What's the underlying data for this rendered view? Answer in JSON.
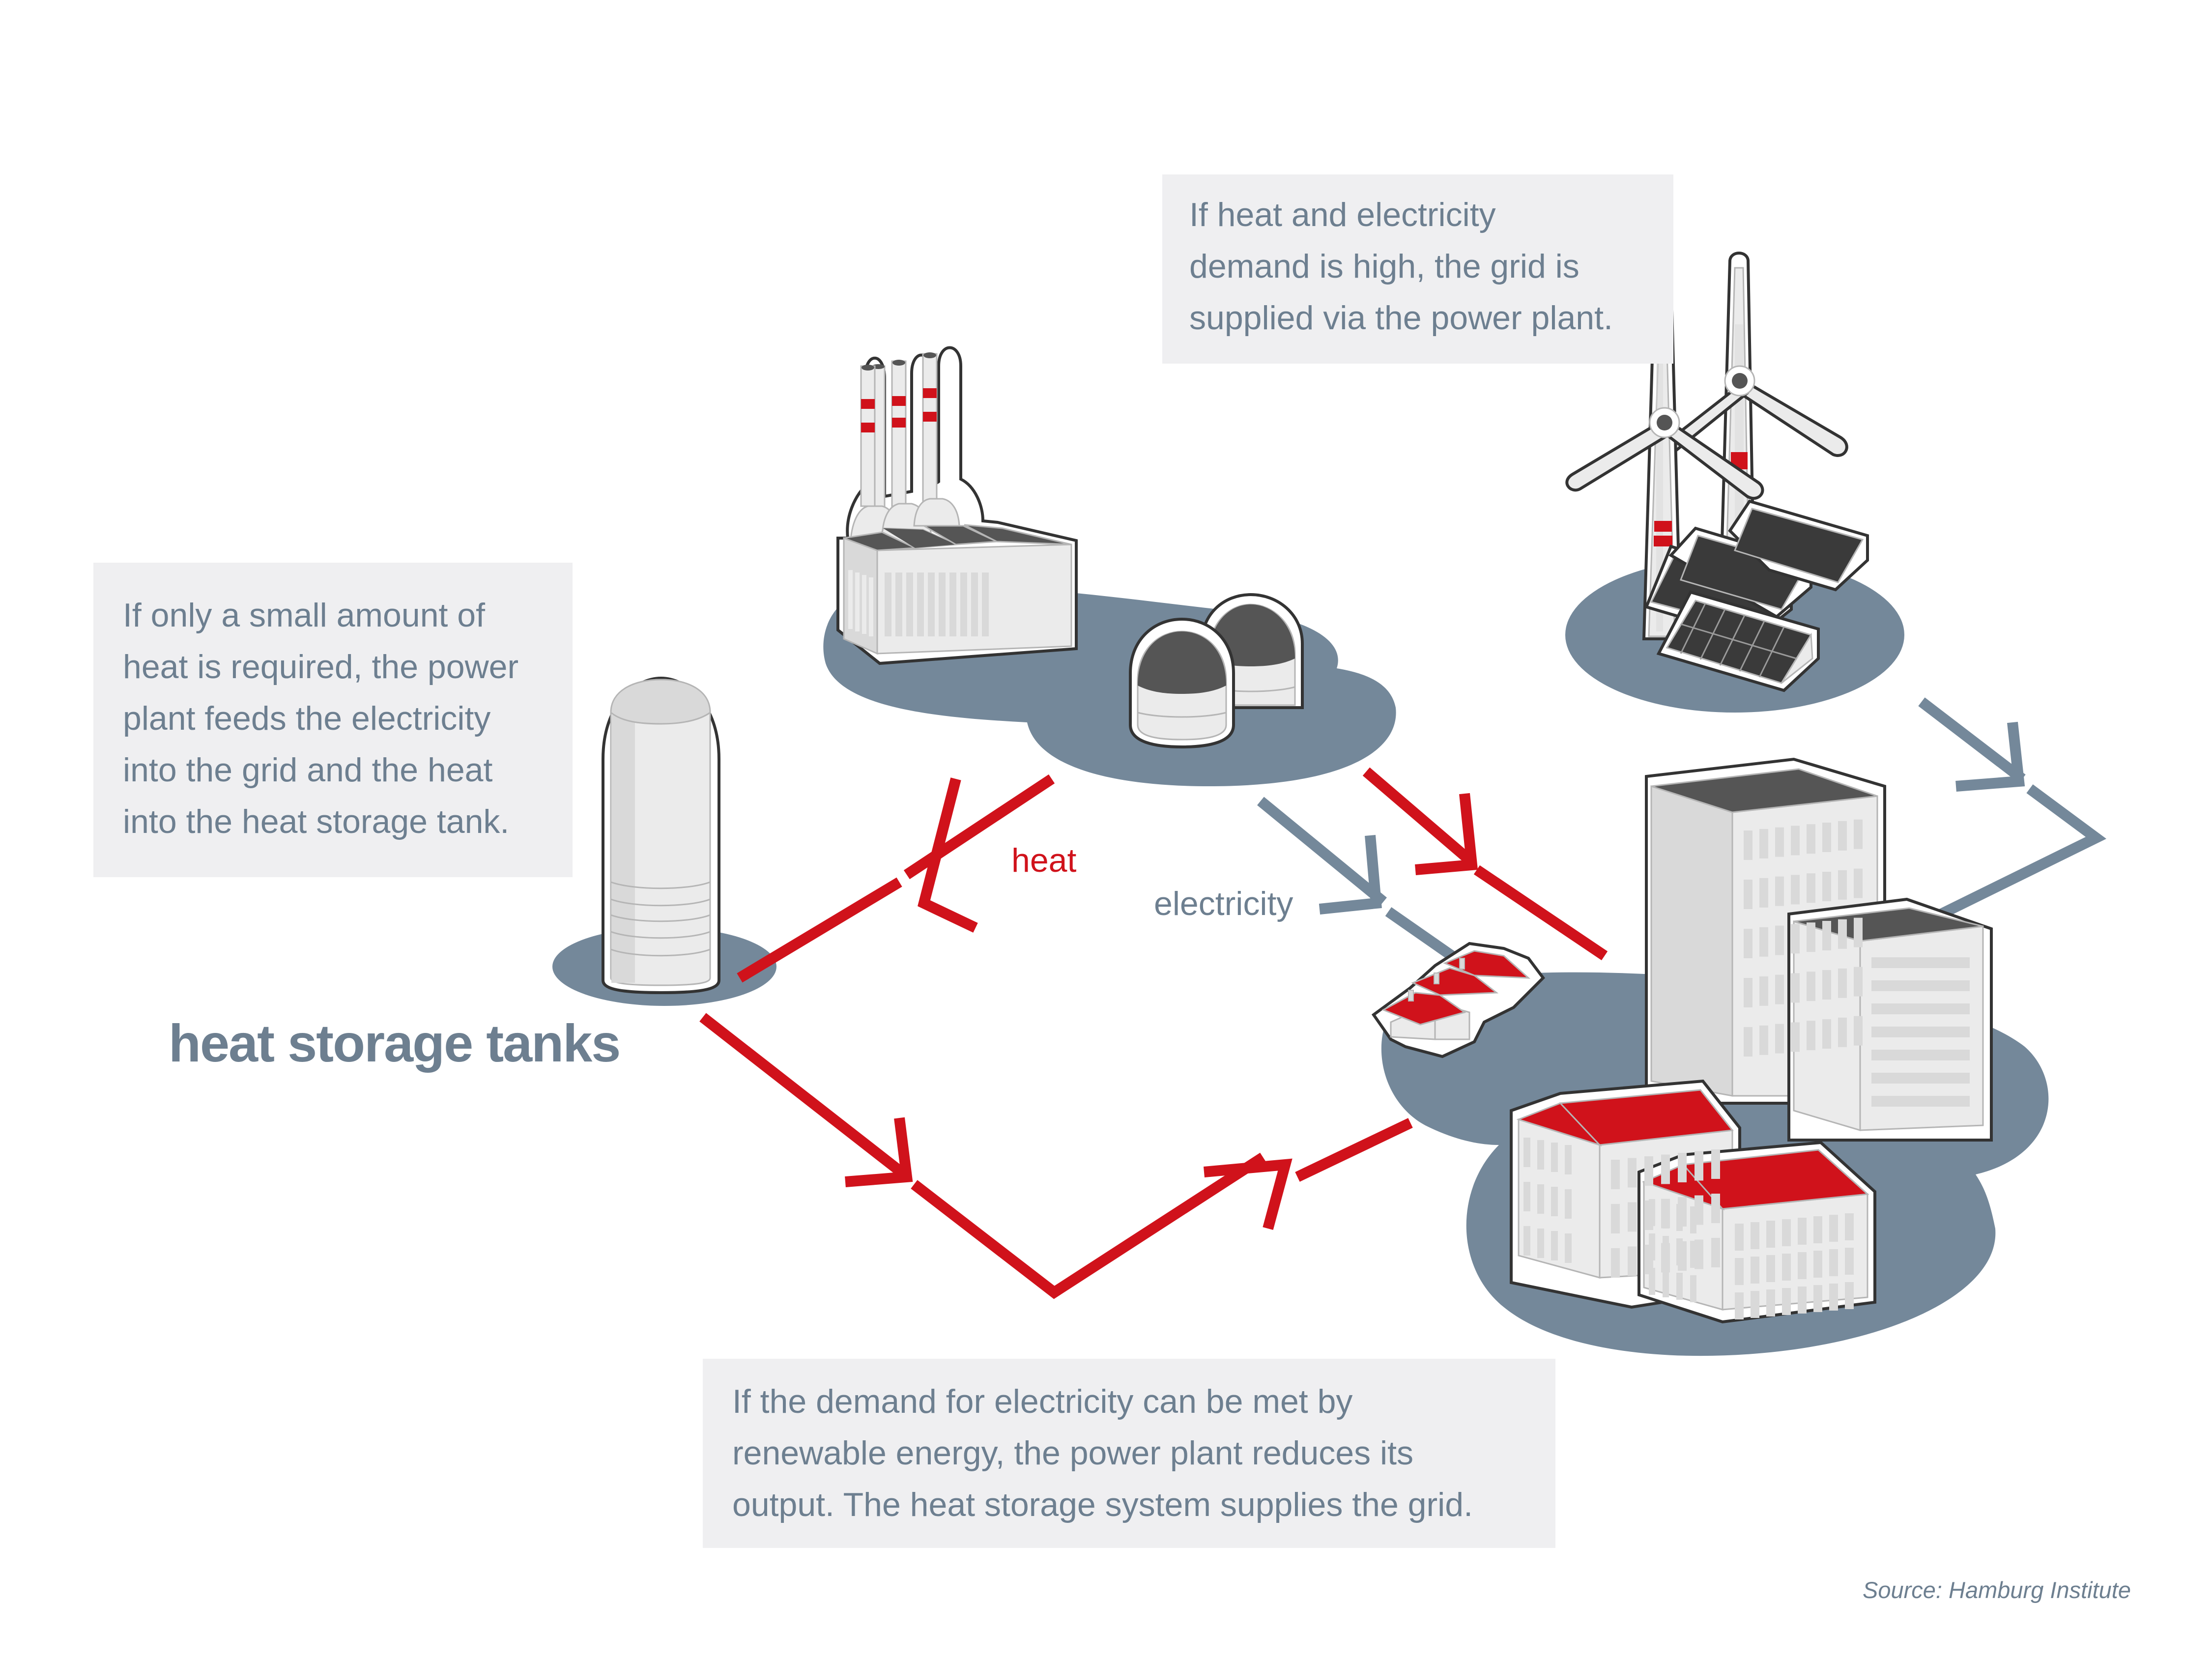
{
  "title": "heat storage tanks",
  "boxes": {
    "top": "If heat and electricity demand is high, the grid is supplied via the power plant.",
    "top_lines": [
      "If heat and electricity",
      "demand is high, the grid is",
      "supplied via the power plant."
    ],
    "left_lines": [
      "If only a small amount of",
      "heat is required, the power",
      "plant feeds the electricity",
      "into the grid and the heat",
      "into the heat storage tank."
    ],
    "bottom_lines": [
      "If the demand for electricity can be met by",
      "renewable energy, the power plant reduces its",
      "output. The heat storage system supplies the grid."
    ]
  },
  "labels": {
    "heat": "heat",
    "electricity": "electricity",
    "tanks": "heat storage tanks"
  },
  "source": "Source: Hamburg Institute",
  "colors": {
    "heat": "#d0121b",
    "electricity": "#74889a",
    "ground": "#74889a",
    "text": "#6d7f90",
    "box_bg": "#efeff1"
  },
  "nodes": [
    {
      "id": "power-plant",
      "icon": "factory-icon"
    },
    {
      "id": "renewables",
      "icon": "wind-solar-icon"
    },
    {
      "id": "heat-storage",
      "icon": "storage-tank-icon"
    },
    {
      "id": "city",
      "icon": "buildings-icon"
    }
  ],
  "flows": [
    {
      "from": "power-plant",
      "to": "heat-storage",
      "type": "heat"
    },
    {
      "from": "power-plant",
      "to": "city",
      "type": "heat"
    },
    {
      "from": "power-plant",
      "to": "city",
      "type": "electricity"
    },
    {
      "from": "renewables",
      "to": "city",
      "type": "electricity"
    },
    {
      "from": "heat-storage",
      "to": "city",
      "type": "heat"
    }
  ]
}
